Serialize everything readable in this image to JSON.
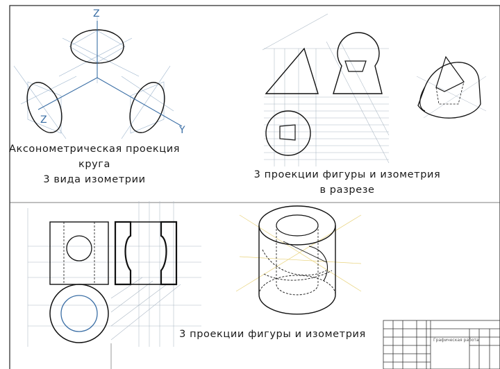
{
  "captions": {
    "axonometric_line1": "Аксонометрическая проекция",
    "axonometric_line2": "круга",
    "axonometric_line3": "3 вида изометрии",
    "section_line1": "3 проекции фигуры и изометрия",
    "section_line2": "в разрезе",
    "projections": "3 проекции фигуры и изометрия"
  },
  "axes": {
    "z_top": "Z",
    "z_left": "Z",
    "y_right": "Y"
  },
  "title_block": {
    "name": "Графическая работа"
  },
  "colors": {
    "ink": "#111111",
    "construction": "#3a6ea5",
    "light": "#9bb3cc",
    "yellow": "#e8d27a",
    "grid": "#c9d3dd"
  }
}
